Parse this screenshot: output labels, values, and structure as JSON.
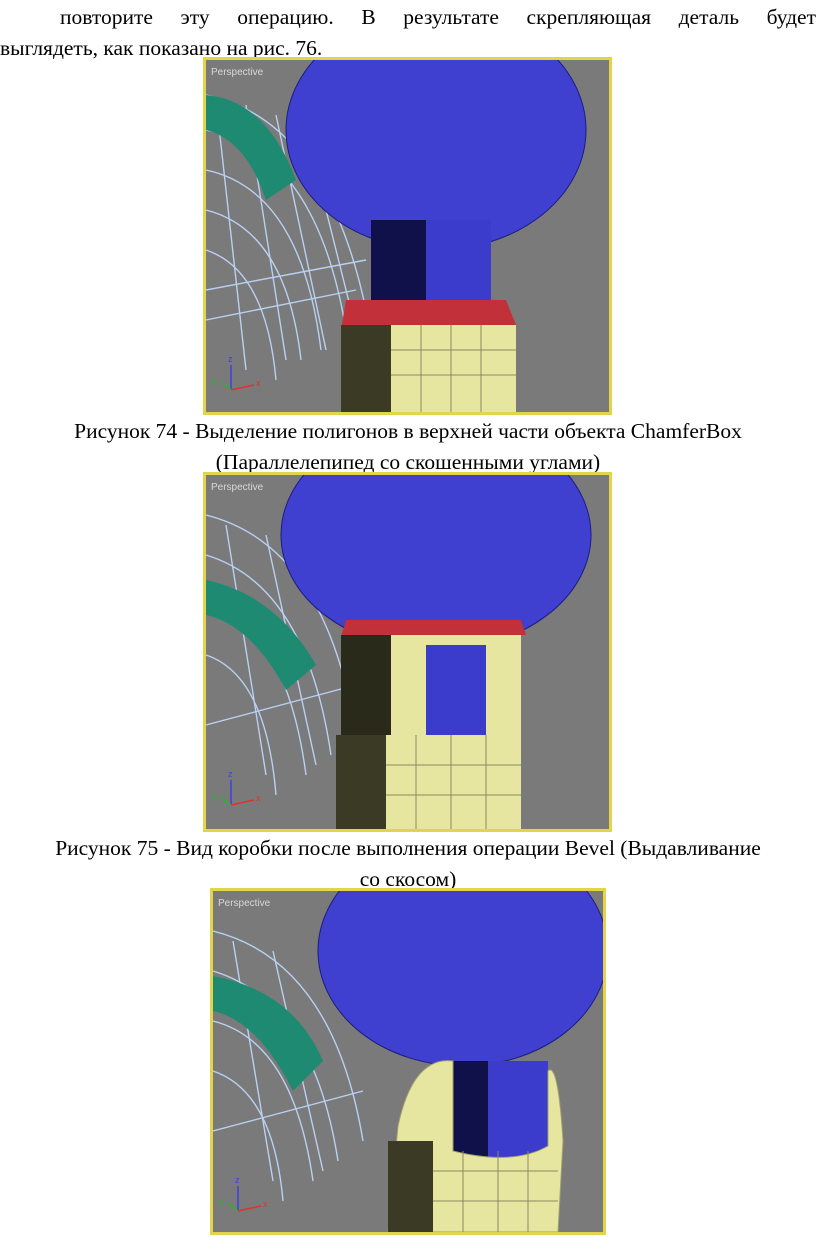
{
  "intro": {
    "line1": "повторите эту операцию. В результате скрепляющая деталь будет",
    "line2": "выглядеть, как показано на рис. 76."
  },
  "figures": [
    {
      "viewport_label": "Perspective",
      "caption_line1": "Рисунок 74 - Выделение полигонов в верхней части объекта ChamferBox",
      "caption_line2": "(Параллелепипед со скошенными углами)"
    },
    {
      "viewport_label": "Perspective",
      "caption_line1": "Рисунок 75 - Вид коробки после выполнения операции Bevel (Выдавливание",
      "caption_line2": "со скосом)"
    },
    {
      "viewport_label": "Perspective"
    }
  ],
  "axes": {
    "x": "x",
    "y": "y",
    "z": "z"
  },
  "colors": {
    "viewport_bg": "#7a7a7a",
    "frame": "#e3d54a",
    "disk": "#3f3fd0",
    "box": "#e6e6a0",
    "selection": "#c2303a",
    "wheel_teal": "#1f8a72",
    "wireframe": "#b9d0f2"
  }
}
